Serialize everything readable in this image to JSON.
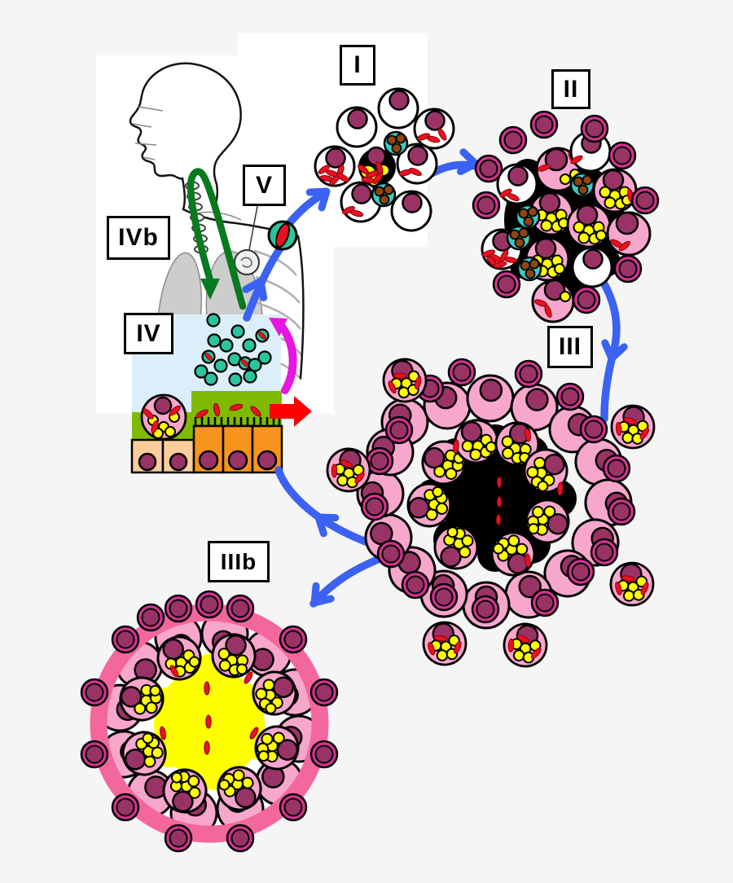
{
  "figure": {
    "description": "Cycle diagram of granuloma stages with inhalation route",
    "labels": {
      "stage1": "I",
      "stage2": "II",
      "stage3": "III",
      "stage3b": "IIIb",
      "stage4": "IV",
      "stage4b": "IVb",
      "stage5": "V"
    },
    "icons": {
      "aerosol_particle": "teal ball with red bacillus",
      "inhalation_arrow": "green hairpin arrow down trachea",
      "cycle_arrows": "blue curved arrows",
      "release_arrow": "red block arrow",
      "recycle_arrow": "magenta curved arrow"
    },
    "palette": {
      "background": "#F5F5F6",
      "panel_white": "#FFFFFF",
      "arrow_blue": "#3B62F2",
      "arrow_green": "#077A1F",
      "arrow_magenta": "#E716E0",
      "arrow_red": "#FE0000",
      "cell_pink": "#F7A6CC",
      "nucleus_plum": "#993366",
      "lymphocyte_ring": "#D23390",
      "granuloma_ring_pink": "#F4679D",
      "necrosis_black": "#000000",
      "caseum_yellow": "#FFFF00",
      "bacteria_red": "#E81123",
      "macrophage_teal": "#3EC8C4",
      "alveolus_teal": "#2BC49E",
      "alveolus_blue": "#DCEEF9",
      "mucosa_green": "#7FBA00",
      "epithelium_orange": "#F7941D",
      "epithelium_peach": "#FACD9B",
      "lipid_brown": "#8F4511",
      "sketch_line": "#151515"
    }
  }
}
